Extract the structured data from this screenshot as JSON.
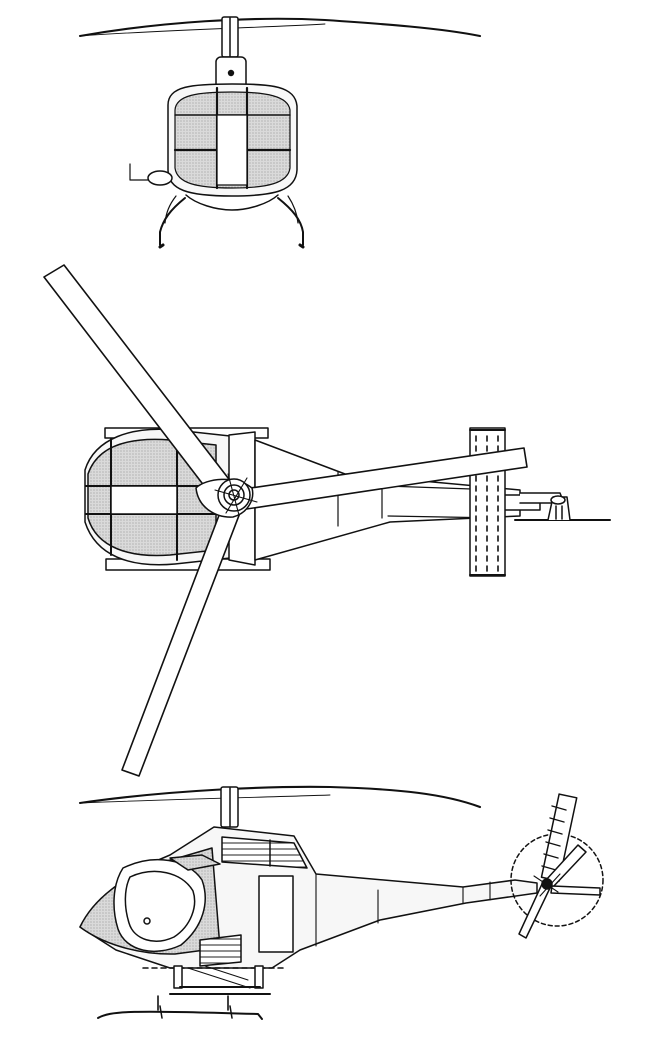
{
  "colors": {
    "line": "#111111",
    "background": "#ffffff",
    "glazing": "#d8d8d8",
    "hatch": "#7a7a7a",
    "fuselage": "#f7f7f7"
  },
  "views": [
    {
      "id": "front",
      "icon": "helicopter-front-view-icon"
    },
    {
      "id": "top",
      "icon": "helicopter-top-view-icon"
    },
    {
      "id": "side",
      "icon": "helicopter-side-view-icon"
    }
  ]
}
